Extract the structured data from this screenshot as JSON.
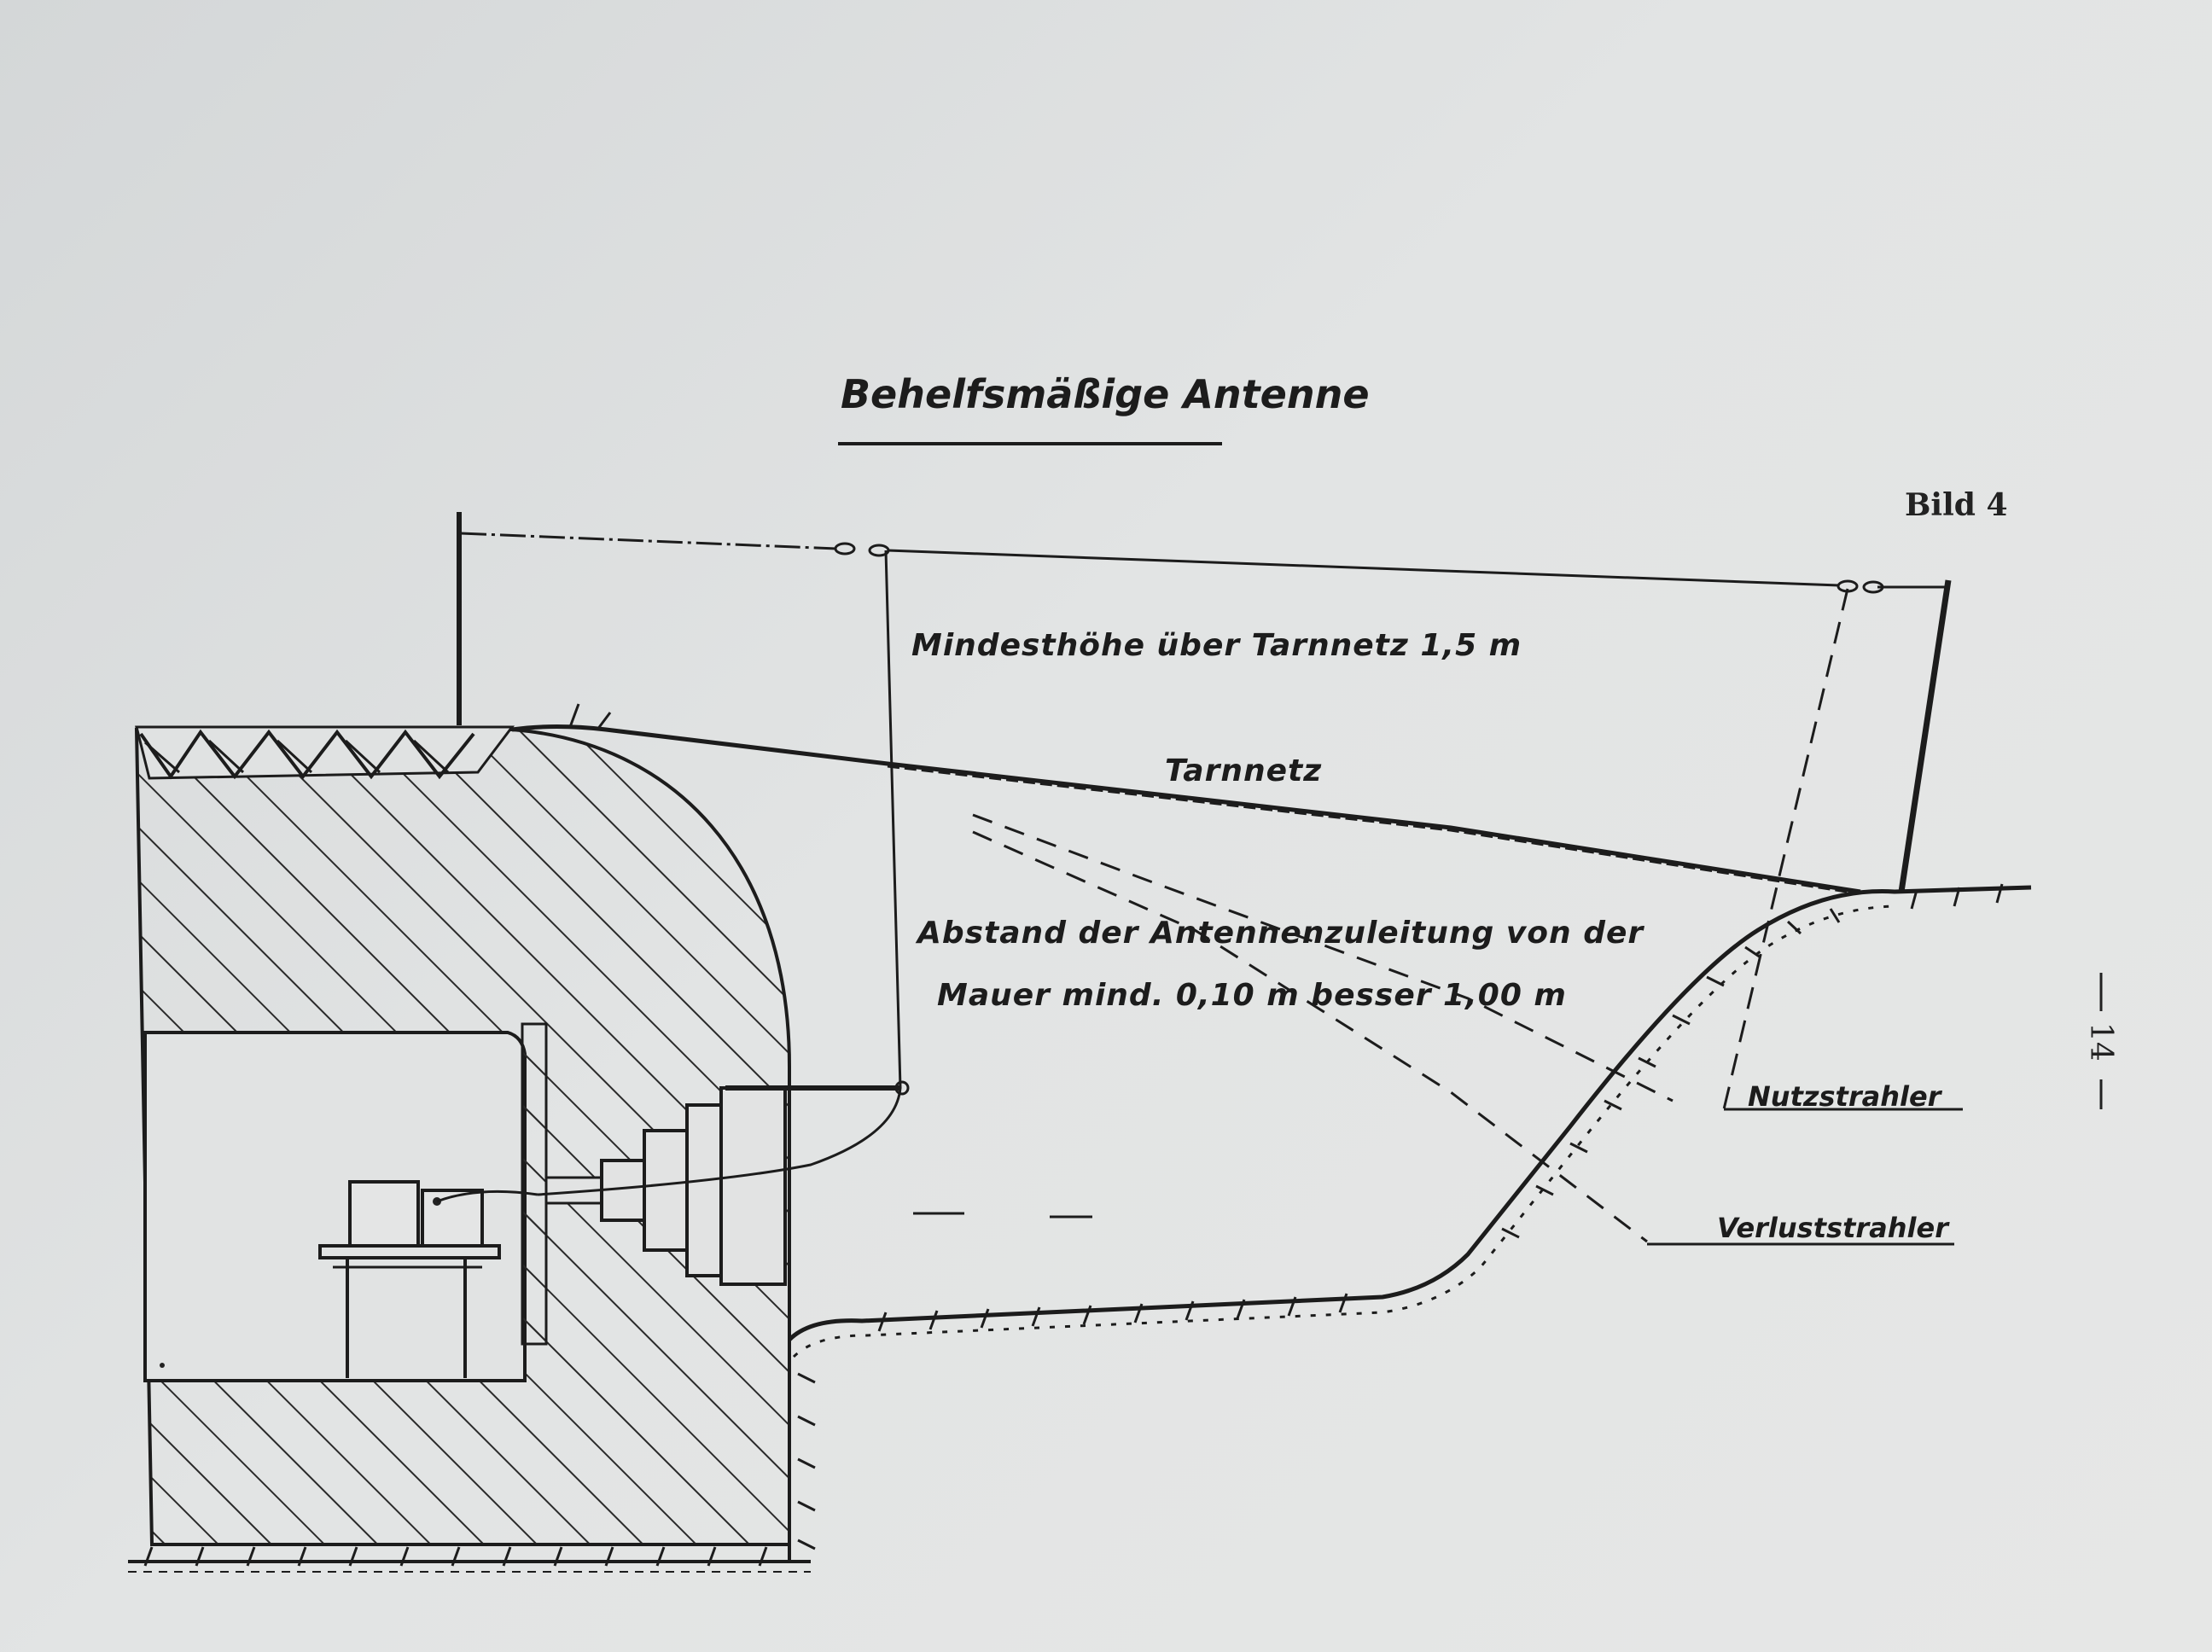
{
  "diagram": {
    "title": "Behelfsmäßige Antenne",
    "figure_label": "Bild 4",
    "page_number": "14",
    "labels": {
      "min_height": "Mindesthöhe über Tarnnetz  1,5 m",
      "camouflage_net": "Tarnnetz",
      "lead_distance_line1": "Abstand der Antennenzuleitung von der",
      "lead_distance_line2": "Mauer   mind.   0,10 m   besser  1,00 m",
      "useful_radiator": "Nutzstrahler",
      "loss_radiator": "Verluststrahler"
    }
  }
}
